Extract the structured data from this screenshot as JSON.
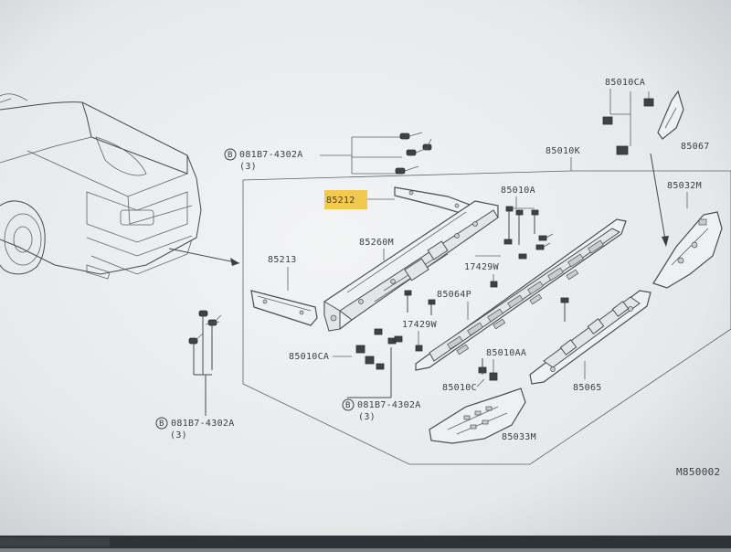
{
  "diagram": {
    "ref_code": "M850002",
    "labels": {
      "p85212": "85212",
      "p85260m": "85260M",
      "p85213": "85213",
      "p85010a": "85010A",
      "p17429w_top": "17429W",
      "p17429w_bot": "17429W",
      "p85064p": "85064P",
      "p85010ca_left": "85010CA",
      "p85010aa": "85010AA",
      "p85010c": "85010C",
      "p85065": "85065",
      "p85033m": "85033M",
      "p85032m": "85032M",
      "p85010ca_top": "85010CA",
      "p85067": "85067",
      "p85010k": "85010K"
    },
    "bolts": {
      "top": {
        "symbol": "B",
        "code": "081B7-4302A",
        "qty": "(3)"
      },
      "left": {
        "symbol": "B",
        "code": "081B7-4302A",
        "qty": "(3)"
      },
      "center": {
        "symbol": "B",
        "code": "081B7-4302A",
        "qty": "(3)"
      }
    },
    "highlight_color": "#f2c230",
    "highlighted_part": "85212"
  }
}
